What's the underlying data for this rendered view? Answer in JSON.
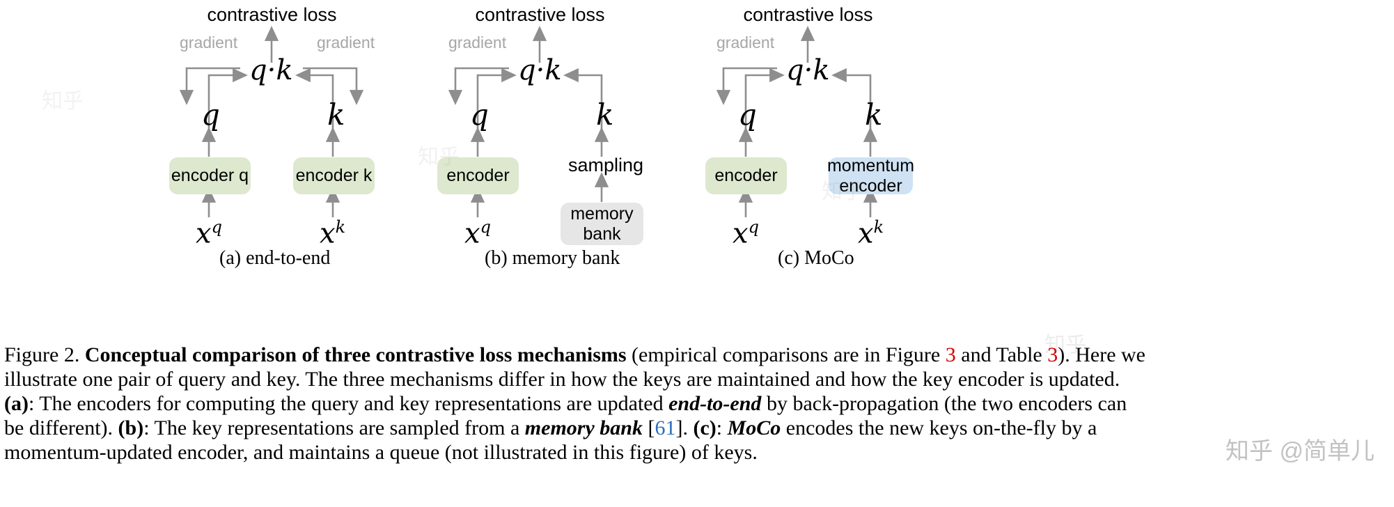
{
  "figure": {
    "panels": [
      {
        "id": "a",
        "caption": "(a) end-to-end",
        "top_label": "contrastive loss",
        "dot_product": "q·k",
        "gradient_left": "gradient",
        "gradient_right": "gradient",
        "left_branch": {
          "var": "q",
          "box": "encoder q",
          "box_color": "#dde8cf",
          "input_base": "x",
          "input_sup": "q"
        },
        "right_branch": {
          "var": "k",
          "box": "encoder k",
          "box_color": "#dde8cf",
          "input_base": "x",
          "input_sup": "k"
        }
      },
      {
        "id": "b",
        "caption": "(b) memory bank",
        "top_label": "contrastive loss",
        "dot_product": "q·k",
        "gradient_left": "gradient",
        "left_branch": {
          "var": "q",
          "box": "encoder",
          "box_color": "#dde8cf",
          "input_base": "x",
          "input_sup": "q"
        },
        "right_branch": {
          "var": "k",
          "sampling_label": "sampling",
          "box_line1": "memory",
          "box_line2": "bank",
          "box_color": "#e6e6e6"
        }
      },
      {
        "id": "c",
        "caption": "(c) MoCo",
        "top_label": "contrastive loss",
        "dot_product": "q·k",
        "gradient_left": "gradient",
        "left_branch": {
          "var": "q",
          "box": "encoder",
          "box_color": "#dde8cf",
          "input_base": "x",
          "input_sup": "q"
        },
        "right_branch": {
          "var": "k",
          "box_line1": "momentum",
          "box_line2": "encoder",
          "box_color": "#cfe2f3",
          "input_base": "x",
          "input_sup": "k"
        }
      }
    ]
  },
  "caption": {
    "figure_number": "Figure 2.",
    "bold_title": "Conceptual comparison of three contrastive loss mechanisms",
    "line1_a": " (empirical comparisons are in Figure ",
    "ref_fig3": "3",
    "line1_b": " and Table ",
    "ref_tab3": "3",
    "line1_c": "). Here we",
    "line2": "illustrate one pair of query and key.  The three mechanisms differ in how the keys are maintained and how the key encoder is updated.",
    "line3_label": "(a)",
    "line3_a": ":  The encoders for computing the query and key representations are updated ",
    "line3_em": "end-to-end",
    "line3_b": " by back-propagation (the two encoders can",
    "line4_a": "be different).  ",
    "line4_label_b": "(b)",
    "line4_b": ":  The key representations are sampled from a ",
    "line4_em": "memory bank",
    "line4_c": " [",
    "ref_61": "61",
    "line4_d": "].  ",
    "line4_label_c": "(c)",
    "line4_e": ":  ",
    "line4_em2": "MoCo",
    "line4_f": " encodes the new keys on-the-fly by a",
    "line5": "momentum-updated encoder, and maintains a queue (not illustrated in this figure) of keys."
  },
  "watermark": {
    "main": "知乎 @简单儿",
    "faint": "知乎"
  },
  "colors": {
    "encoder_green": "#dde8cf",
    "momentum_blue": "#cfe2f3",
    "memory_gray": "#e6e6e6",
    "arrow_gray": "#8e8e8e",
    "gradient_text": "#a6a6a6",
    "ref_red": "#d40000",
    "ref_blue": "#2a6ebb"
  }
}
